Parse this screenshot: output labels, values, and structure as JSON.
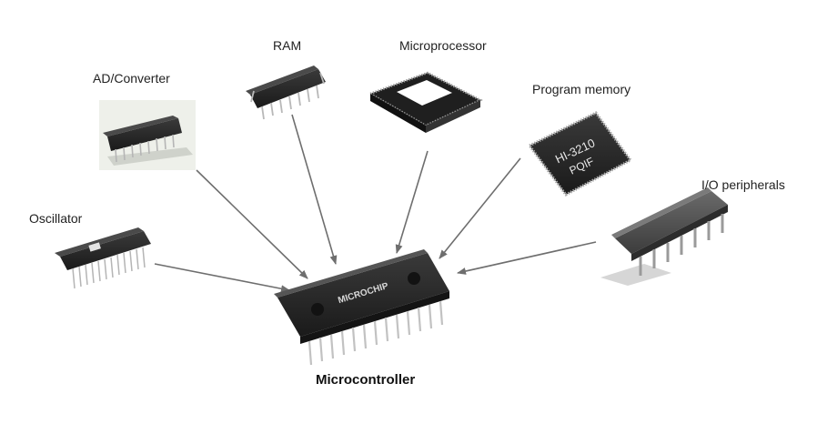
{
  "labels": {
    "ad_converter": "AD/Converter",
    "ram": "RAM",
    "microprocessor": "Microprocessor",
    "program_memory": "Program memory",
    "oscillator": "Oscillator",
    "io_peripherals": "I/O peripherals",
    "microcontroller": "Microcontroller"
  },
  "chip_text": {
    "microchip_logo": "MICROCHIP",
    "program_memory_line1": "HI-3210",
    "program_memory_line2": "PQIF"
  },
  "colors": {
    "arrow": "#6e6e6e",
    "chip_body": "#2a2a2a",
    "pin": "#bdbdbd",
    "label": "#222222"
  }
}
